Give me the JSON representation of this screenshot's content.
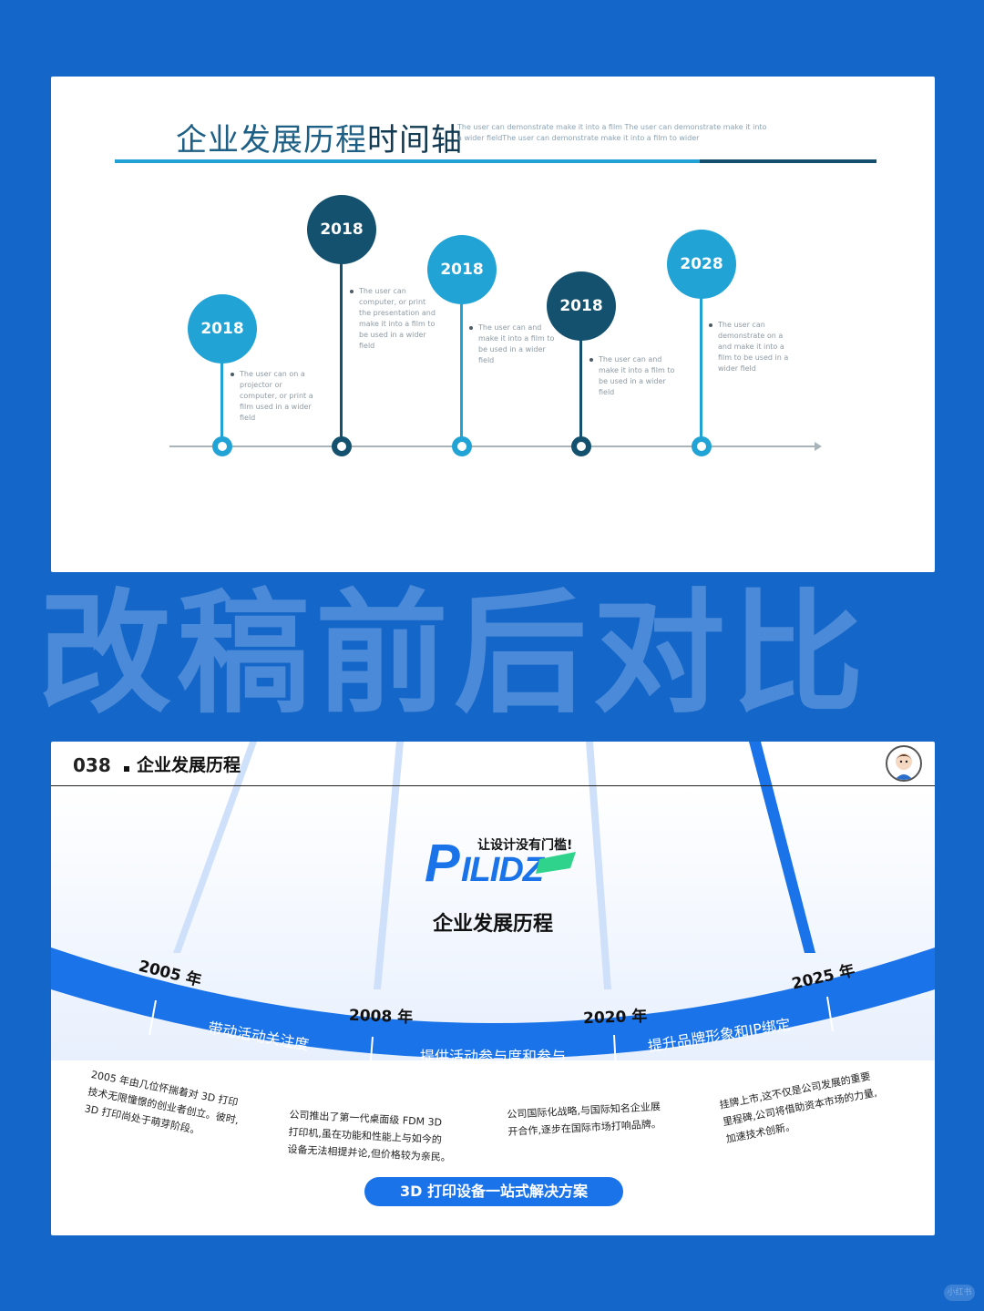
{
  "colors": {
    "background": "#1466c8",
    "timeline_light": "#22a3d6",
    "timeline_dark": "#14516f",
    "accent_blue": "#1a73e8"
  },
  "top_slide": {
    "title_a": "企业发展历程",
    "title_b": "时间轴",
    "subtitle": "The user can demonstrate make it into a film The user can demonstrate make it into a wider fieldThe user can demonstrate make it into a film to wider",
    "milestones": [
      {
        "year": "2018",
        "style": "light",
        "text": "The user can on a projector or computer, or print a film used in a wider field"
      },
      {
        "year": "2018",
        "style": "dark",
        "text": "The user can computer, or print the presentation and make it into a film to be used in a wider field"
      },
      {
        "year": "2018",
        "style": "light",
        "text": "The user can and make it into a film to be used in a wider field"
      },
      {
        "year": "2018",
        "style": "dark",
        "text": "The user can and make it into a film to be used in a wider field"
      },
      {
        "year": "2028",
        "style": "light",
        "text": "The user can demonstrate on a and make it into a film to be used in a wider field"
      }
    ]
  },
  "overlay": {
    "text": "改稿前后对比"
  },
  "bottom_slide": {
    "page_number": "038",
    "header": "企业发展历程",
    "logo_slogan": "让设计没有门槛!",
    "logo_text": "PILIDZ",
    "title": "企业发展历程",
    "years": [
      "2005 年",
      "2008 年",
      "2020 年",
      "2025 年"
    ],
    "segments": [
      "带动活动关注度",
      "提供活动参与度和参与",
      "提升品牌形象和IP绑定"
    ],
    "descriptions": [
      [
        "2005 年由几位怀揣着对 3D 打印",
        "技术无限憧憬的创业者创立。彼时,",
        "3D 打印尚处于萌芽阶段。"
      ],
      [
        "公司推出了第一代桌面级 FDM 3D",
        "打印机,虽在功能和性能上与如今的",
        "设备无法相提并论,但价格较为亲民。"
      ],
      [
        "公司国际化战略,与国际知名企业展",
        "开合作,逐步在国际市场打响品牌。"
      ],
      [
        "挂牌上市,这不仅是公司发展的重要",
        "里程碑,公司将借助资本市场的力量,",
        "加速技术创新。"
      ]
    ],
    "cta": "3D 打印设备一站式解决方案"
  },
  "watermark": "小红书"
}
